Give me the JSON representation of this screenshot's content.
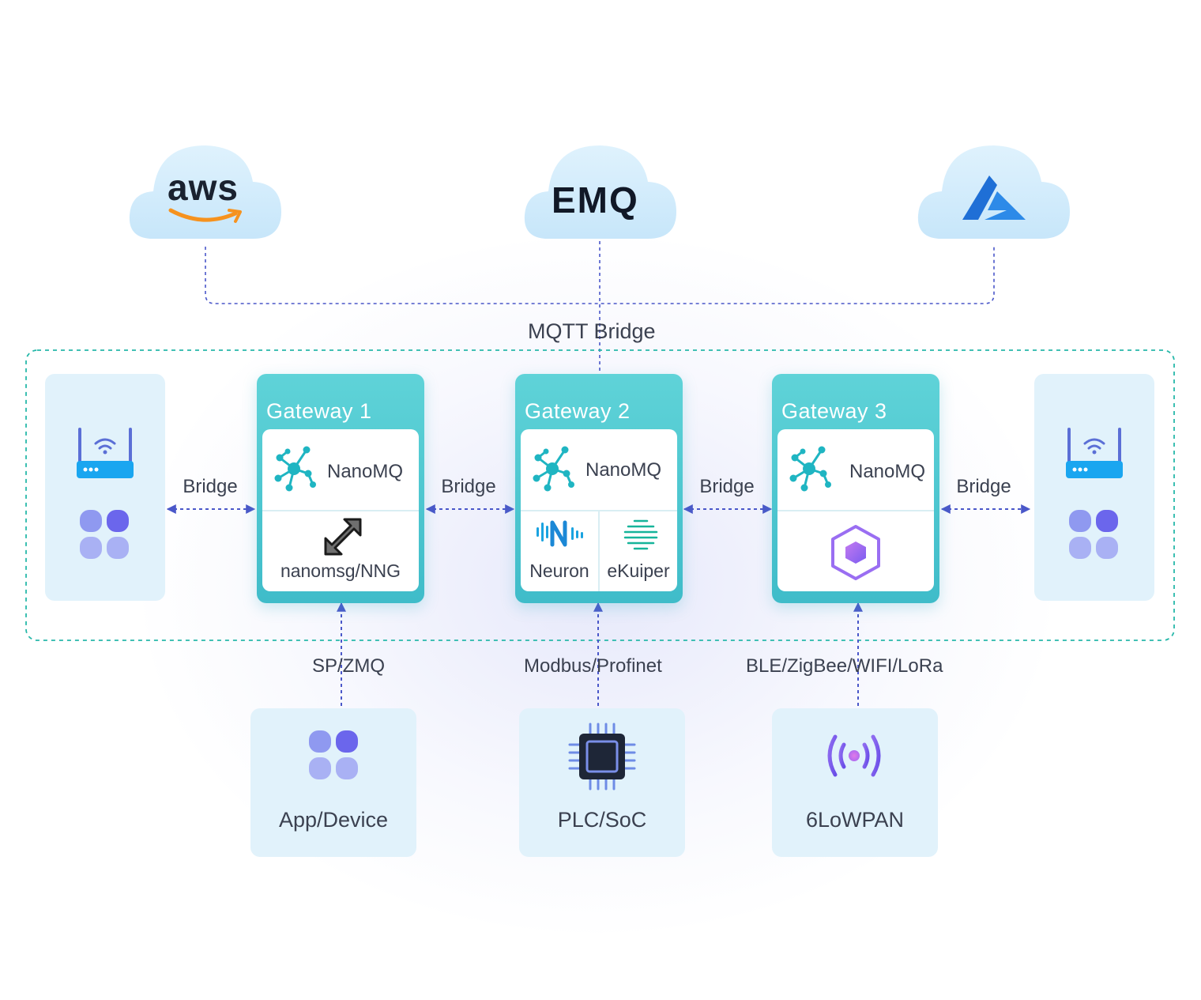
{
  "clouds": [
    {
      "name": "aws",
      "text": "aws"
    },
    {
      "name": "emq",
      "text": "EMQ"
    },
    {
      "name": "azure",
      "text": ""
    }
  ],
  "mqtt_bridge_label": "MQTT Bridge",
  "bridge_label": "Bridge",
  "gateways": [
    {
      "title": "Gateway 1",
      "broker": "NanoMQ",
      "modules": [
        "nanomsg/NNG"
      ]
    },
    {
      "title": "Gateway 2",
      "broker": "NanoMQ",
      "modules": [
        "Neuron",
        "eKuiper"
      ]
    },
    {
      "title": "Gateway 3",
      "broker": "NanoMQ",
      "modules": []
    }
  ],
  "protocols": [
    "SP/ZMQ",
    "Modbus/Profinet",
    "BLE/ZigBee/WIFI/LoRa"
  ],
  "sources": [
    {
      "label": "App/Device",
      "icon": "app-grid-icon"
    },
    {
      "label": "PLC/SoC",
      "icon": "chip-icon"
    },
    {
      "label": "6LoWPAN",
      "icon": "broadcast-icon"
    }
  ],
  "colors": {
    "gateway": "#45c2cd",
    "card": "#e1f2fb",
    "cloud": "#cdeafb",
    "arrow": "#4a57c9",
    "dashed_border": "#27b8a9",
    "aws_smile": "#f6921e",
    "azure": "#2d7de0",
    "purple": "#8b6cf0"
  }
}
